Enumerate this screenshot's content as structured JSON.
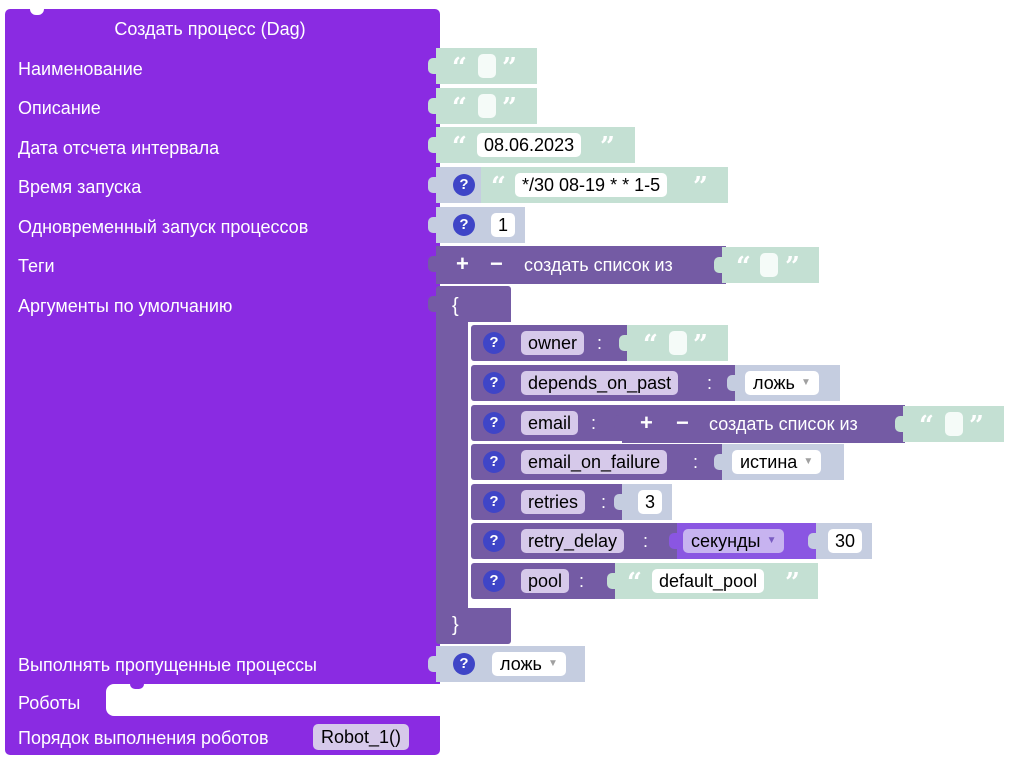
{
  "block": {
    "title": "Создать процесс (Dag)",
    "rows": {
      "name": "Наименование",
      "description": "Описание",
      "start_date": "Дата отсчета интервала",
      "schedule": "Время запуска",
      "max_active": "Одновременный запуск процессов",
      "tags": "Теги",
      "default_args": "Аргументы по умолчанию",
      "catchup": "Выполнять пропущенные процессы",
      "robots": "Роботы",
      "robot_order": "Порядок выполнения роботов"
    }
  },
  "values": {
    "start_date": "08.06.2023",
    "schedule": "*/30 08-19 * * 1-5",
    "max_active": "1",
    "list_label": "создать список из",
    "plus": "+",
    "minus": "−",
    "open_quote": "“",
    "close_quote": "”",
    "help": "?",
    "catchup": "ложь",
    "robot_order": "Robot_1()"
  },
  "dict": {
    "open": "{",
    "close": "}",
    "colon": ":",
    "owner_key": "owner",
    "depends_key": "depends_on_past",
    "depends_value": "ложь",
    "email_key": "email",
    "email_list_label": "создать список из",
    "efail_key": "email_on_failure",
    "efail_value": "истина",
    "retries_key": "retries",
    "retries_value": "3",
    "rdelay_key": "retry_delay",
    "rdelay_unit": "секунды",
    "rdelay_value": "30",
    "pool_key": "pool",
    "pool_value": "default_pool"
  },
  "colors": {
    "main_block": "#8a2be2",
    "text_block": "#c4e0d3",
    "value_block": "#c5cde0",
    "list_block": "#745ba4",
    "help_icon": "#3f45c7"
  }
}
